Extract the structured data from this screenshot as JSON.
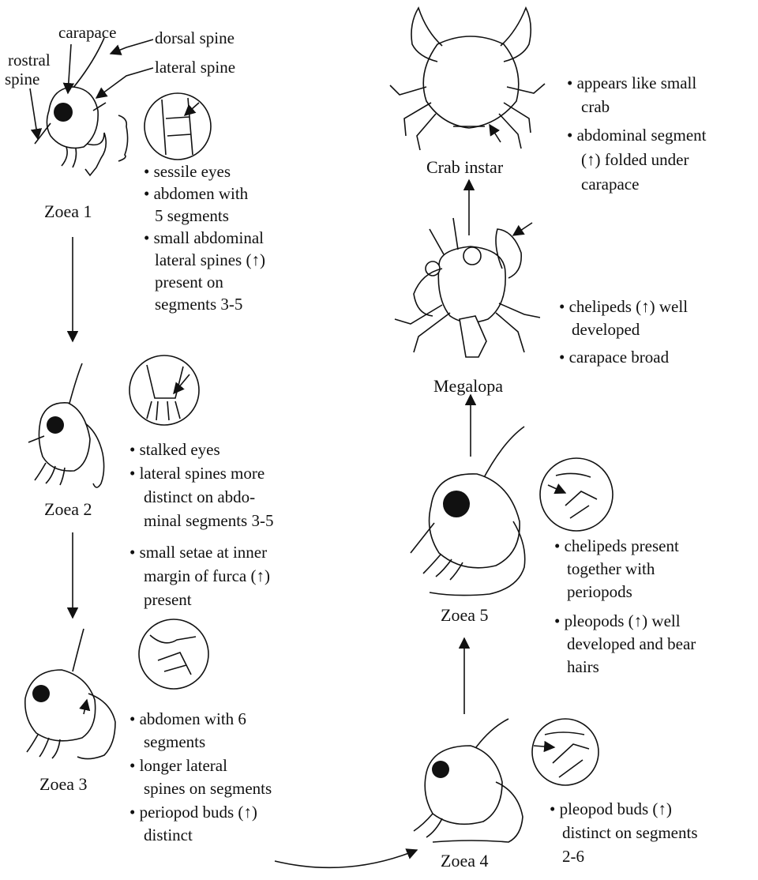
{
  "labels": {
    "carapace": "carapace",
    "dorsal_spine": "dorsal spine",
    "lateral_spine": "lateral spine",
    "rostral": "rostral",
    "spine": "spine"
  },
  "stages": {
    "zoea1": "Zoea 1",
    "zoea2": "Zoea 2",
    "zoea3": "Zoea 3",
    "zoea4": "Zoea 4",
    "zoea5": "Zoea 5",
    "megalopa": "Megalopa",
    "crab": "Crab instar"
  },
  "notes": {
    "zoea1": [
      "• sessile eyes",
      "• abdomen with",
      "5 segments",
      "• small abdominal",
      "lateral spines (↑)",
      "present on",
      "segments 3-5"
    ],
    "zoea2": [
      "• stalked eyes",
      "• lateral spines more",
      "distinct on abdo-",
      "minal segments 3-5",
      "• small setae at inner",
      "margin of furca (↑)",
      "present"
    ],
    "zoea3": [
      "• abdomen with 6",
      "segments",
      "• longer lateral",
      "spines on segments",
      "• periopod buds (↑)",
      "distinct"
    ],
    "zoea4": [
      "• pleopod buds (↑)",
      "distinct on segments",
      "2-6"
    ],
    "zoea5": [
      "• chelipeds present",
      "together with",
      "periopods",
      "• pleopods (↑) well",
      "developed and bear",
      "hairs"
    ],
    "megalopa": [
      "• chelipeds (↑) well",
      "developed",
      "• carapace broad"
    ],
    "crab": [
      "• appears like small",
      "crab",
      "• abdominal segment",
      "(↑) folded under",
      "carapace"
    ]
  }
}
